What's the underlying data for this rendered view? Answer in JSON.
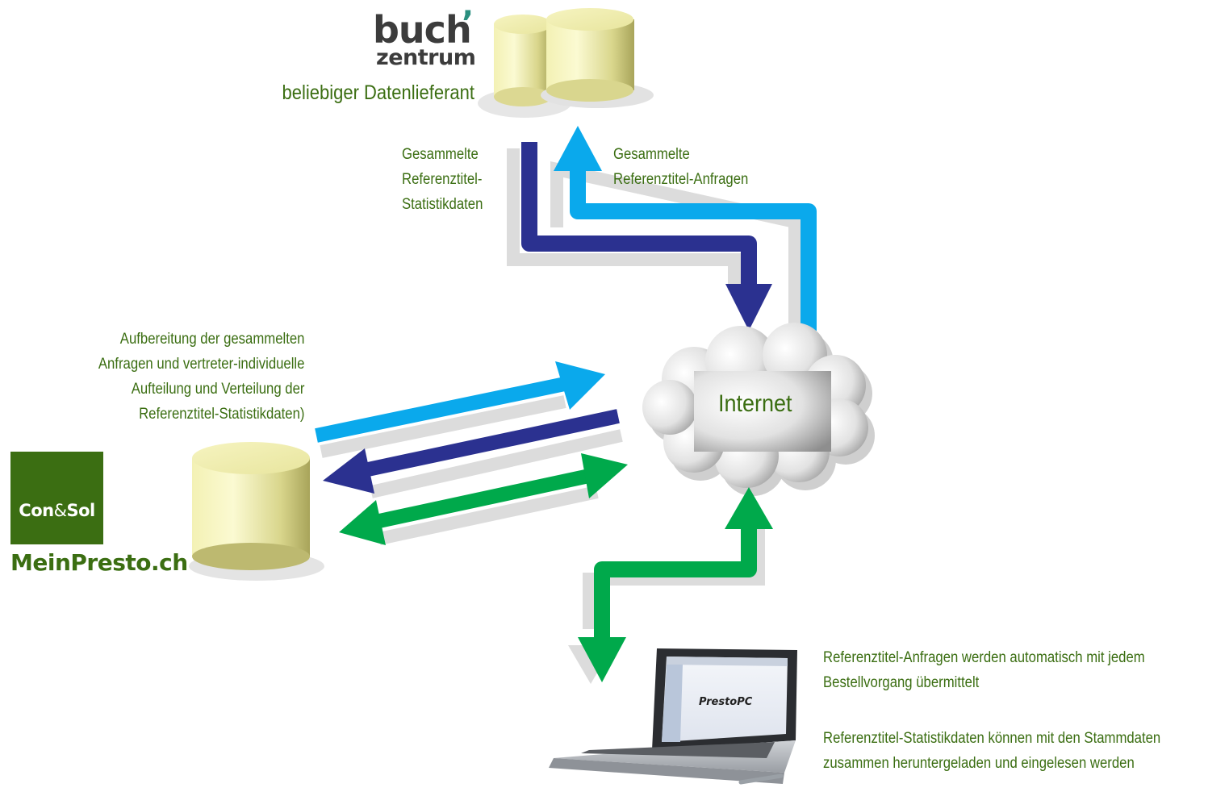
{
  "supplier": {
    "logo_word": "buch",
    "logo_comma": "’",
    "logo_sub": "zentrum",
    "caption": "beliebiger Datenlieferant"
  },
  "flows": {
    "stats_down": [
      "Gesammelte",
      "Referenztitel-",
      "Statistikdaten"
    ],
    "requests_up": [
      "Gesammelte",
      "Referenztitel-Anfragen"
    ]
  },
  "processing_note": [
    "Aufbereitung der gesammelten",
    "Anfragen und vertreter-individuelle",
    "Aufteilung und Verteilung der",
    "Referenztitel-Statistikdaten)"
  ],
  "internet_label": "Internet",
  "provider": {
    "logo_left": "Con",
    "logo_amp": "&",
    "logo_right": "Sol",
    "name": "MeinPresto.ch"
  },
  "client": {
    "screen_brand": "PrestoPC",
    "note1": [
      "Referenztitel-Anfragen werden automatisch mit jedem",
      "Bestellvorgang übermittelt"
    ],
    "note2": [
      "Referenztitel-Statistikdaten können mit den Stammdaten",
      "zusammen heruntergeladen und eingelesen werden"
    ]
  },
  "colors": {
    "label_green": "#3b6e12",
    "arrow_light_blue": "#0aa9ec",
    "arrow_dark_blue": "#2b3190",
    "arrow_green": "#00a94b",
    "database_yellow": "#f4f2a6"
  }
}
